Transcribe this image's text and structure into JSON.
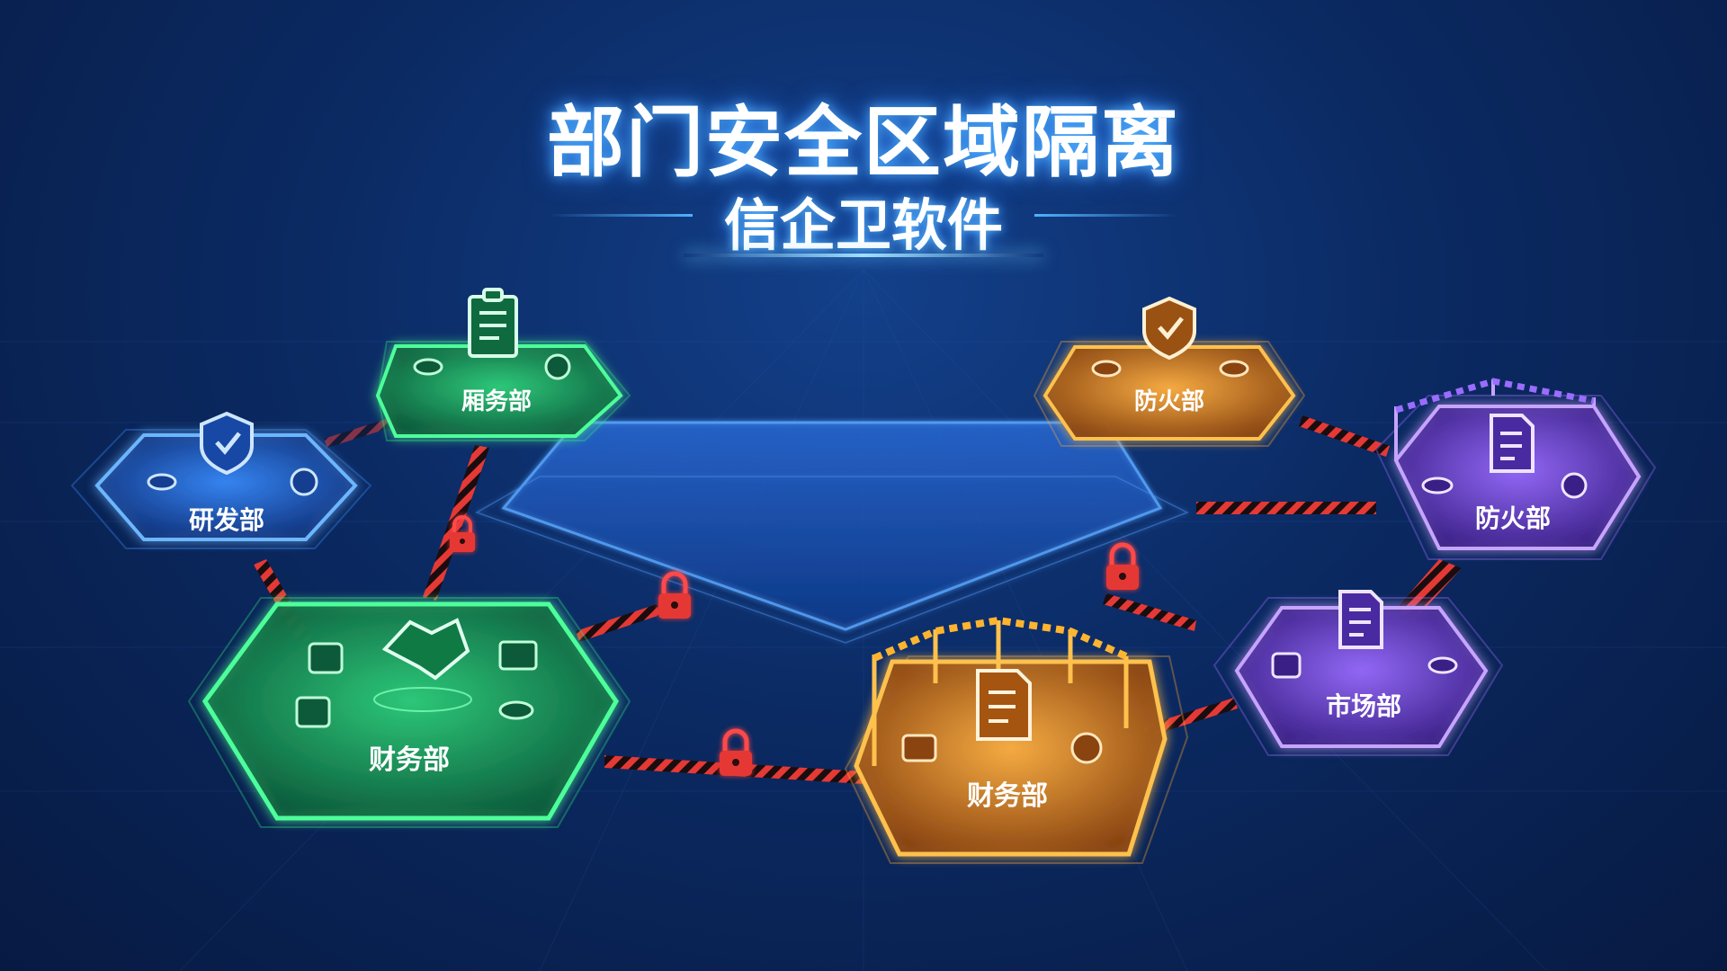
{
  "title": "部门安全区域隔离",
  "subtitle": "信企卫软件",
  "colors": {
    "green": "#2fe07a",
    "blue": "#3a8dff",
    "orange": "#ffa229",
    "purple": "#a06bff",
    "red": "#e53935"
  },
  "departments": [
    {
      "id": "green-top",
      "label": "厢务部",
      "color": "green",
      "icon": "clipboard-icon"
    },
    {
      "id": "blue-left",
      "label": "研发部",
      "color": "blue",
      "icon": "shield-check-icon"
    },
    {
      "id": "green-big",
      "label": "财务部",
      "color": "green",
      "icon": "handshake-icon"
    },
    {
      "id": "orange-top",
      "label": "防火部",
      "color": "orange",
      "icon": "shield-check-icon"
    },
    {
      "id": "purple-top",
      "label": "防火部",
      "color": "purple",
      "icon": "document-icon"
    },
    {
      "id": "purple-right",
      "label": "市场部",
      "color": "purple",
      "icon": "document-icon"
    },
    {
      "id": "orange-big",
      "label": "财务部",
      "color": "orange",
      "icon": "document-icon"
    }
  ]
}
